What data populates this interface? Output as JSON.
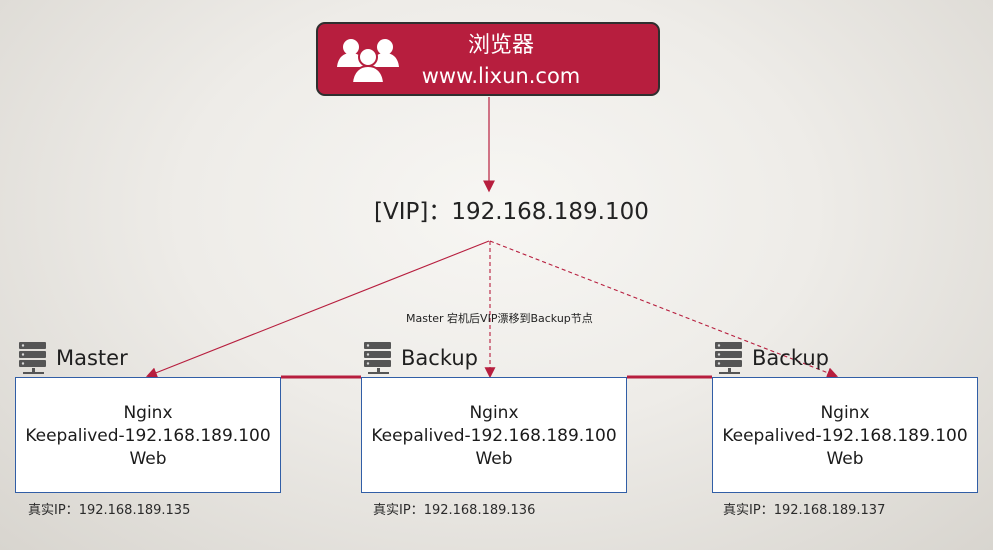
{
  "browser": {
    "title": "浏览器",
    "domain": "www.lixun.com",
    "icon": "users-group-icon"
  },
  "vip": {
    "label": "[VIP]：192.168.189.100"
  },
  "failover_note": "Master 宕机后VIP漂移到Backup节点",
  "nodes": [
    {
      "role": "Master",
      "icon": "server-rack-icon",
      "lines": [
        "Nginx",
        "Keepalived-192.168.189.100",
        "Web"
      ],
      "real_ip_label": "真实IP：",
      "real_ip": "192.168.189.135"
    },
    {
      "role": "Backup",
      "icon": "server-rack-icon",
      "lines": [
        "Nginx",
        "Keepalived-192.168.189.100",
        "Web"
      ],
      "real_ip_label": "真实IP：",
      "real_ip": "192.168.189.136"
    },
    {
      "role": "Backup",
      "icon": "server-rack-icon",
      "lines": [
        "Nginx",
        "Keepalived-192.168.189.100",
        "Web"
      ],
      "real_ip_label": "真实IP：",
      "real_ip": "192.168.189.137"
    }
  ],
  "colors": {
    "accent": "#b71e3e",
    "box_border": "#315ea6",
    "text": "#222222"
  }
}
